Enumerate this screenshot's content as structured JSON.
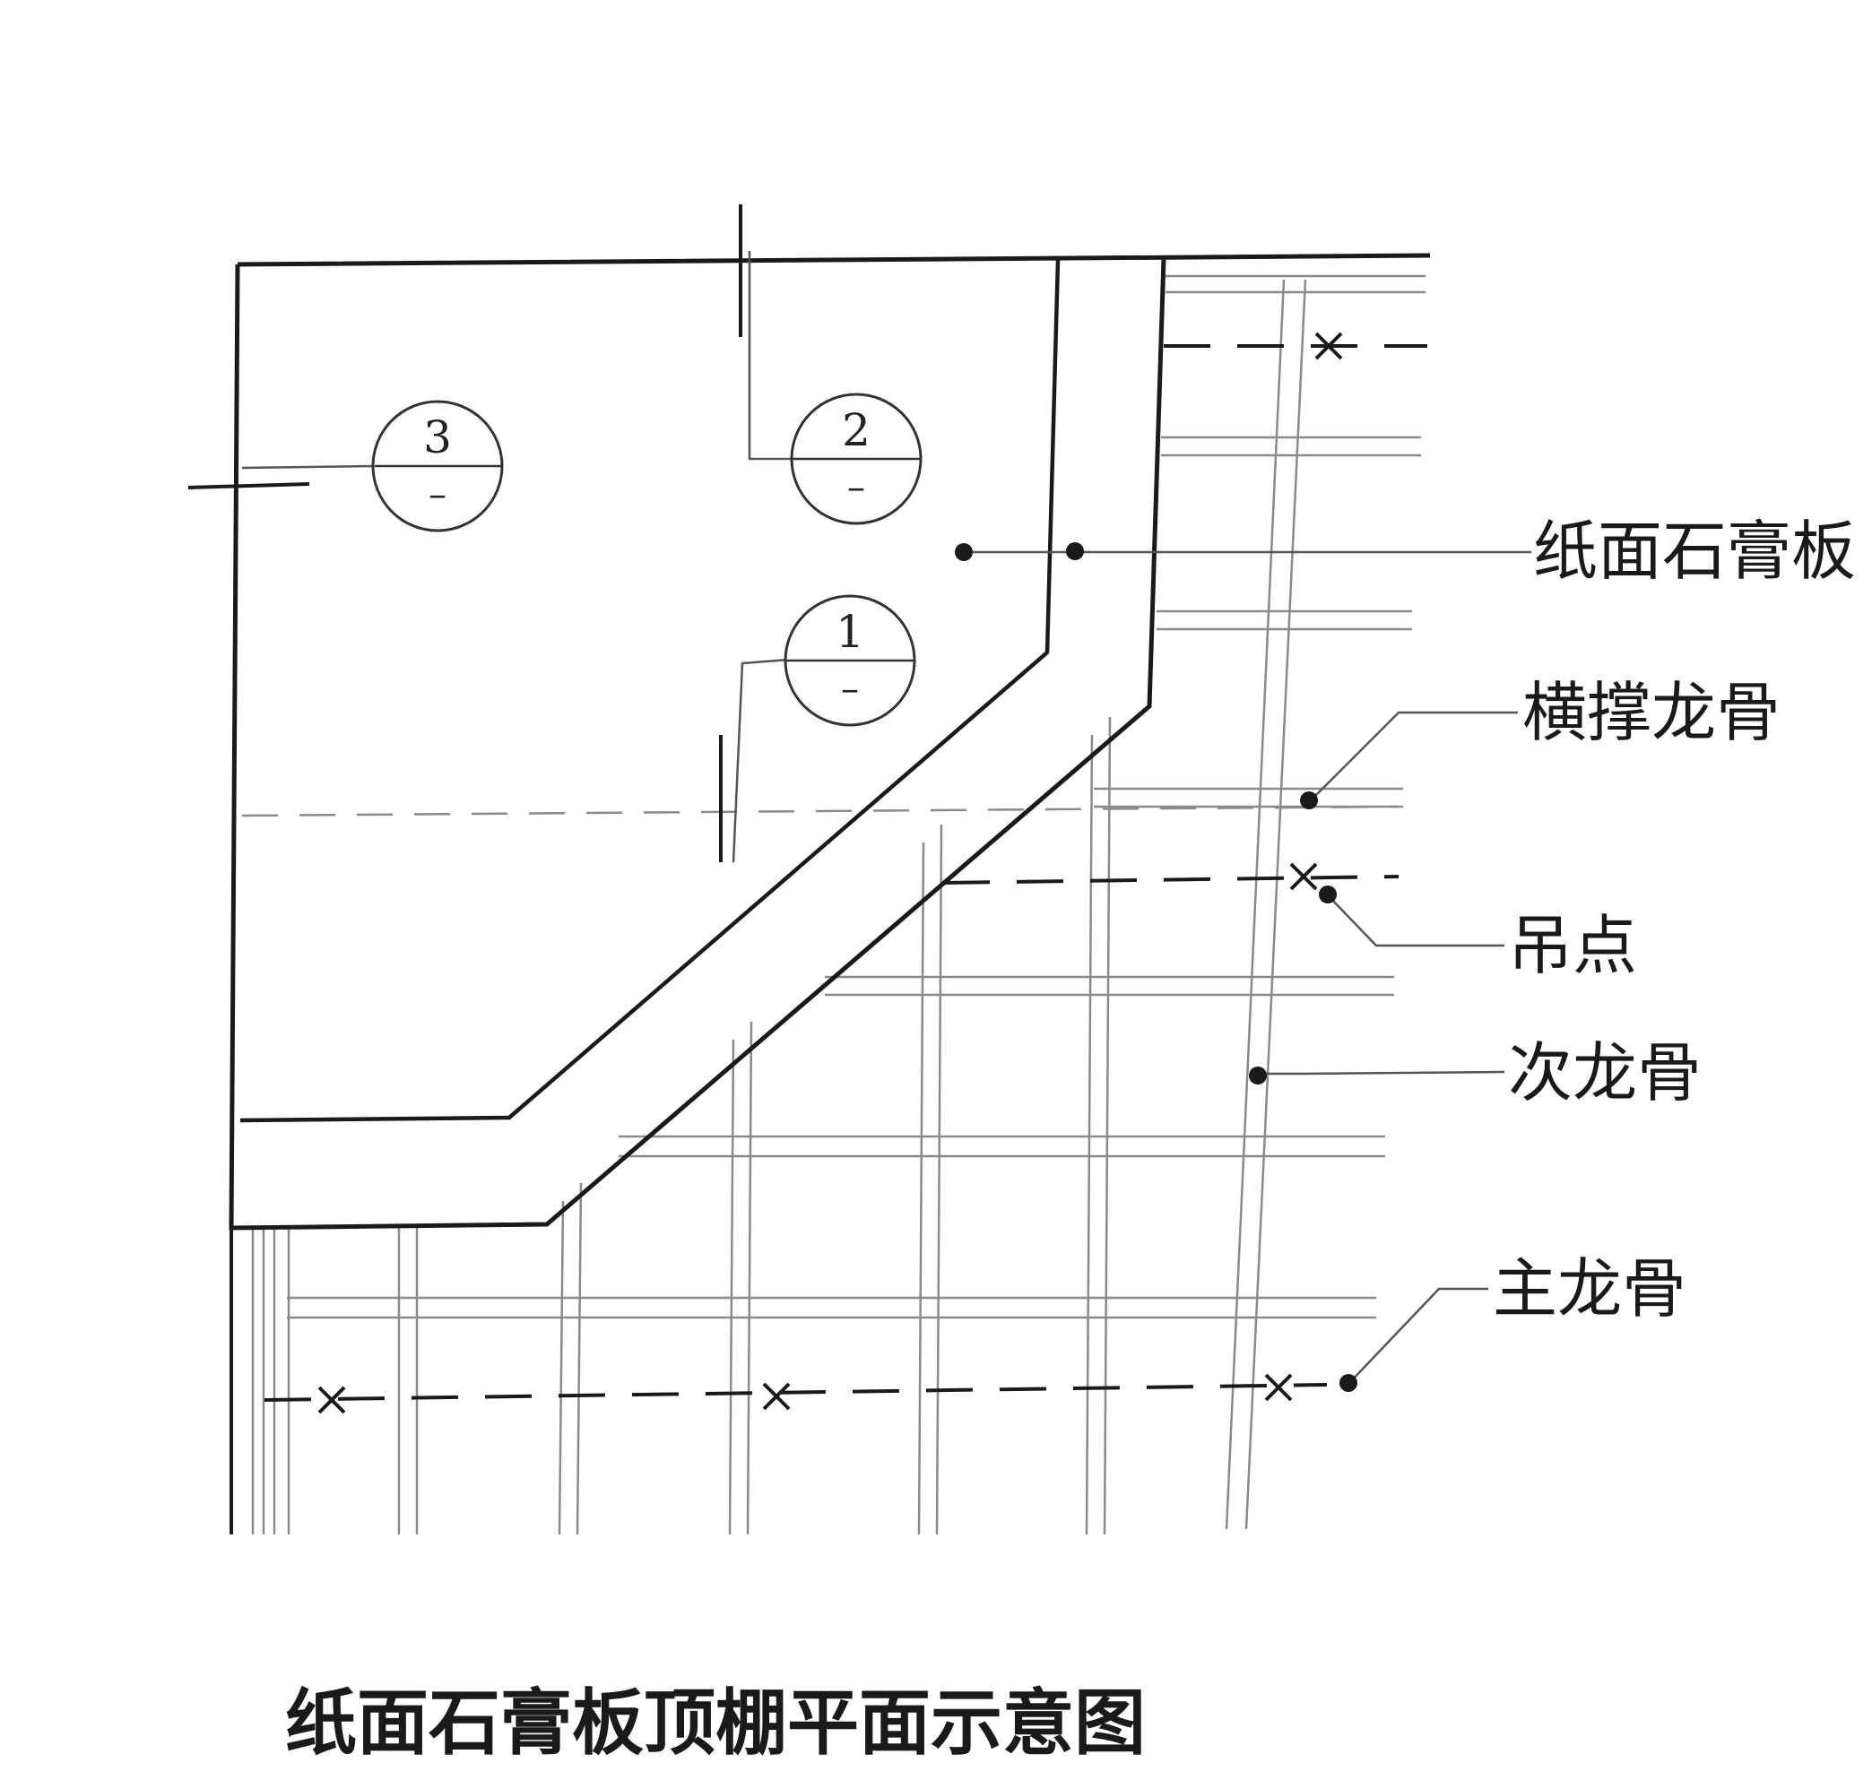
{
  "caption": "纸面石膏板顶棚平面示意图",
  "callouts": [
    {
      "id": "gypsum-board",
      "text": "纸面石膏板"
    },
    {
      "id": "cross-brace-keel",
      "text": "横撑龙骨"
    },
    {
      "id": "hanging-point",
      "text": "吊点"
    },
    {
      "id": "secondary-keel",
      "text": "次龙骨"
    },
    {
      "id": "main-keel",
      "text": "主龙骨"
    }
  ],
  "section_marks": [
    {
      "number": "3",
      "sub": "–"
    },
    {
      "number": "2",
      "sub": "–"
    },
    {
      "number": "1",
      "sub": "–"
    }
  ],
  "colors": {
    "ink": "#1a1a1a",
    "grid": "#8a8a8a",
    "background": "#ffffff"
  }
}
